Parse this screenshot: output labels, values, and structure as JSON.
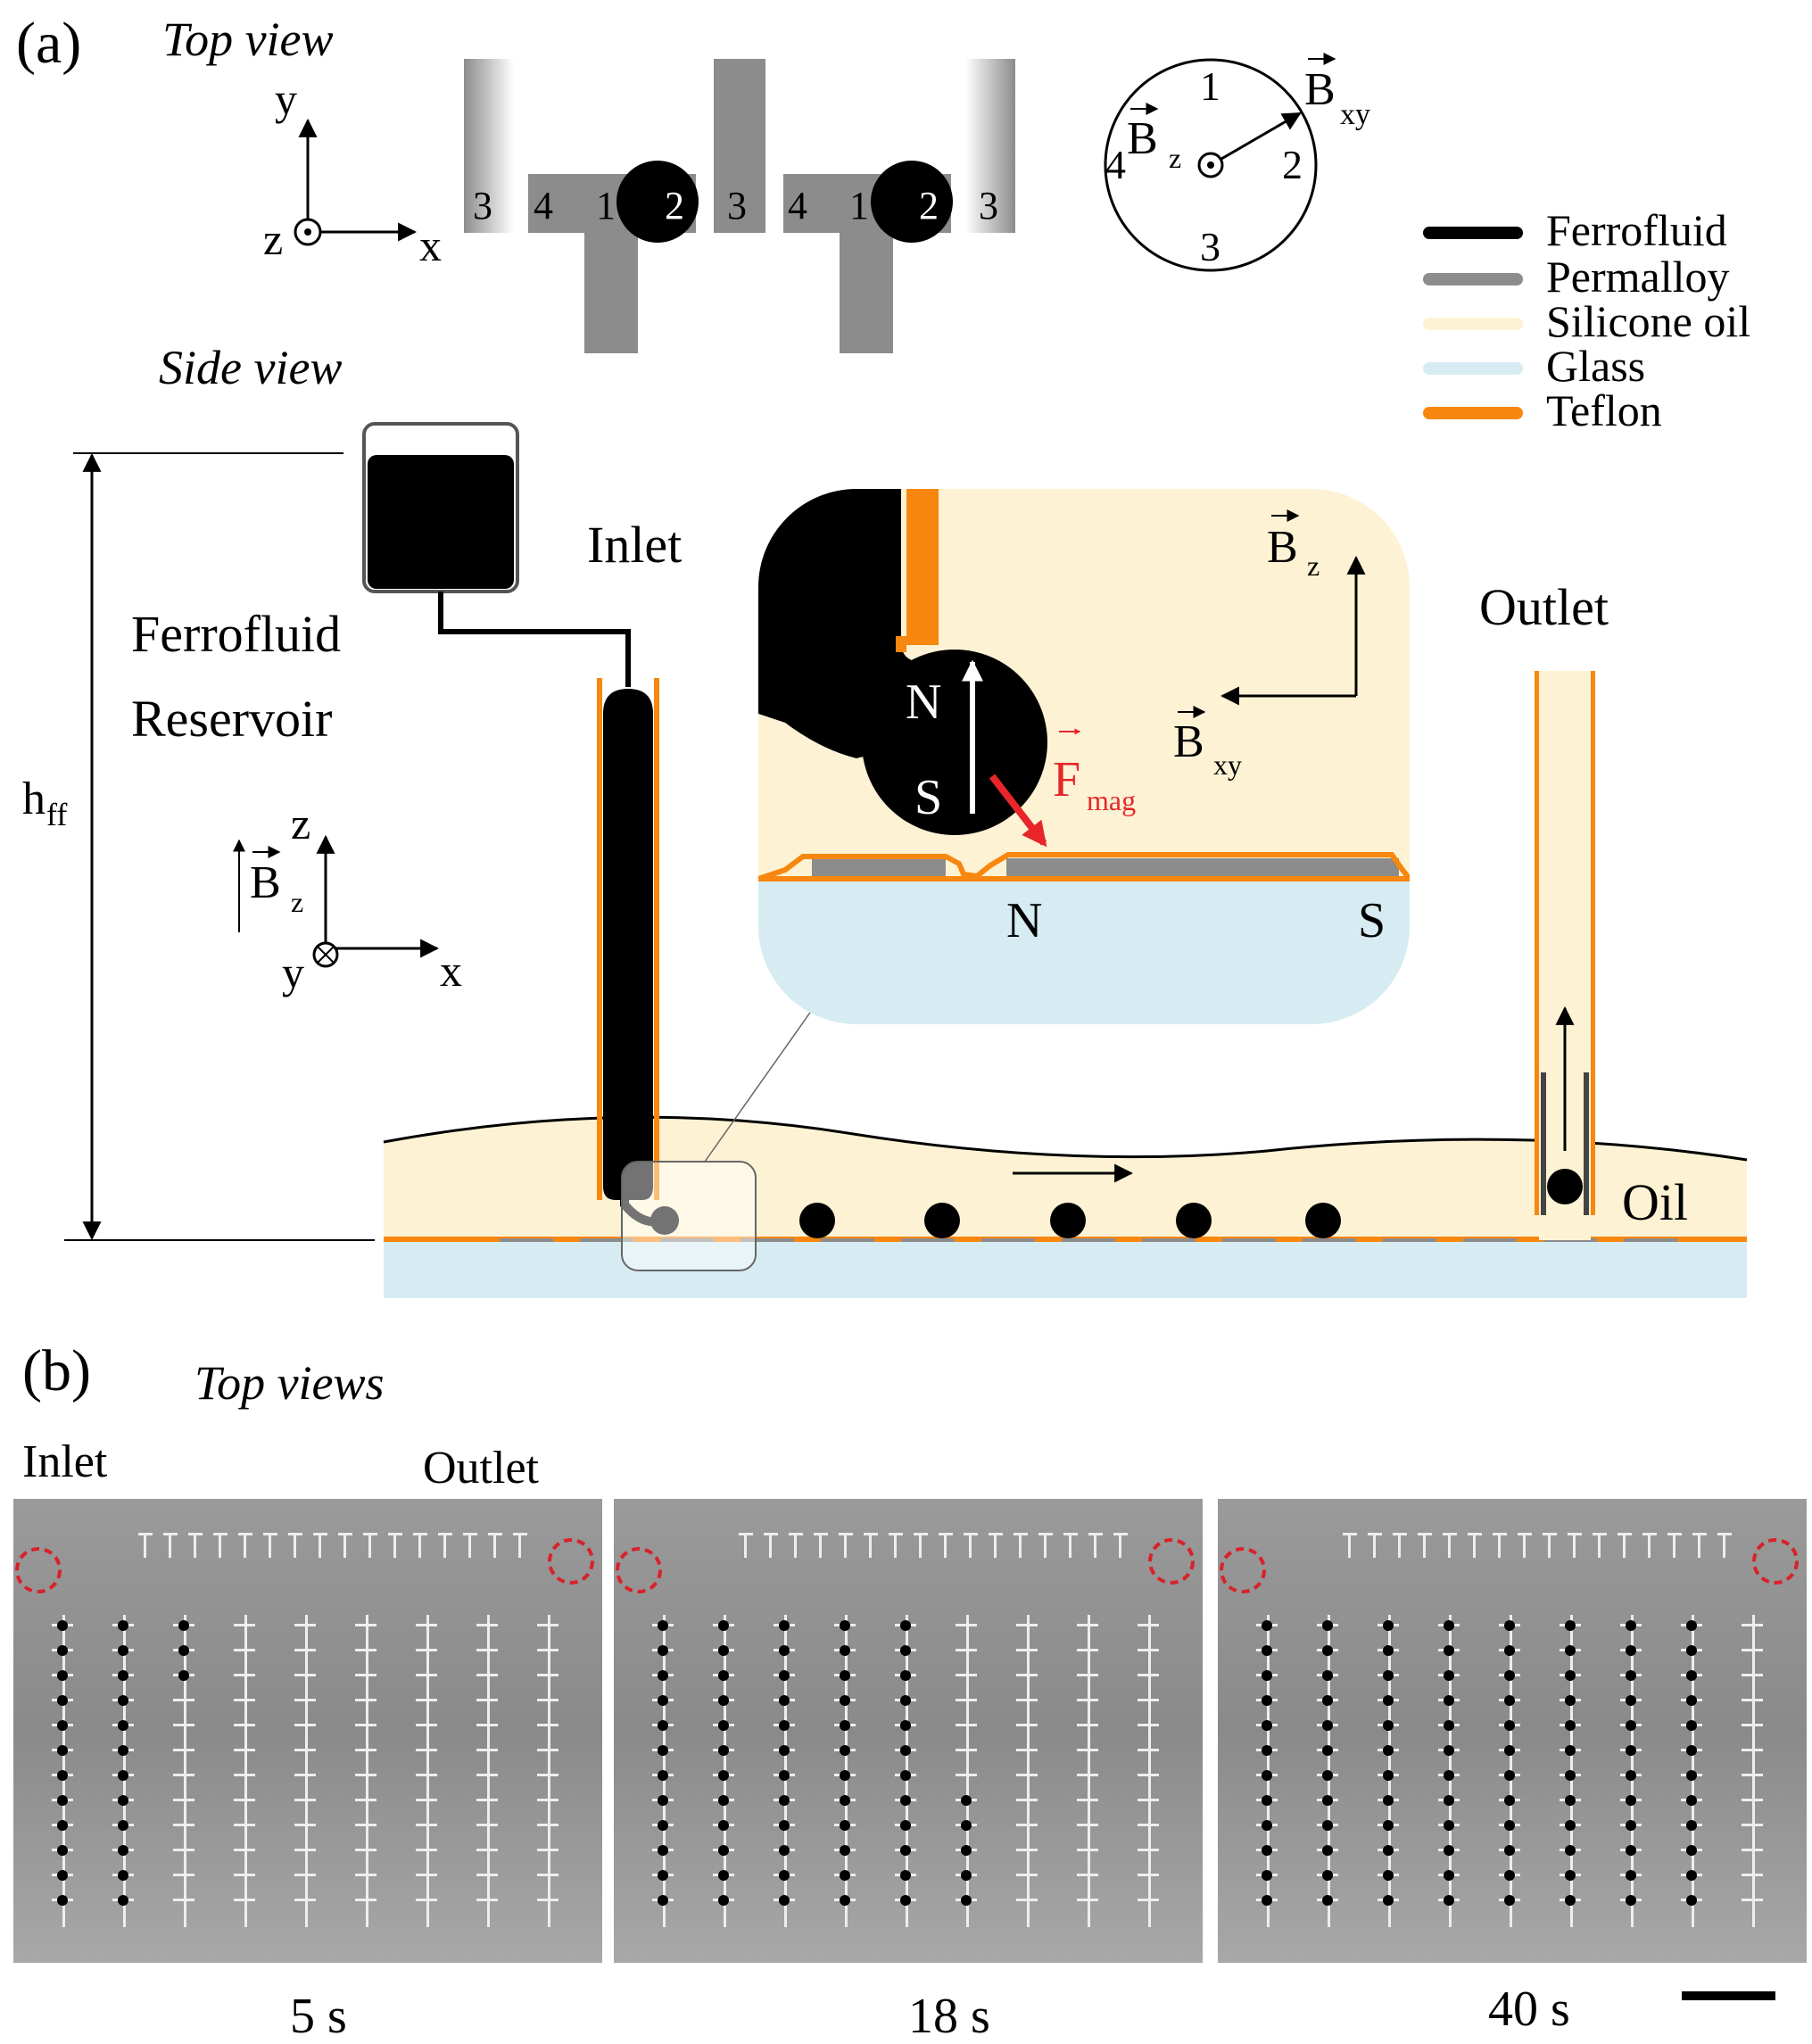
{
  "panel_a": {
    "label": "(a)",
    "top_view": {
      "title": "Top view",
      "axis_y": "y",
      "axis_z": "z",
      "axis_x": "x",
      "numbers": [
        "3",
        "4",
        "1",
        "2",
        "3",
        "4",
        "1",
        "2",
        "3"
      ]
    },
    "dial": {
      "bz": "B",
      "bz_sub": "z",
      "bxy": "B",
      "bxy_sub": "xy",
      "numbers": [
        "1",
        "2",
        "3",
        "4"
      ]
    },
    "legend": [
      {
        "label": "Ferrofluid",
        "color": "#000000"
      },
      {
        "label": "Permalloy",
        "color": "#8c8c8c"
      },
      {
        "label": "Silicone oil",
        "color": "#fdf3d4"
      },
      {
        "label": "Glass",
        "color": "#d6ecf2"
      },
      {
        "label": "Teflon",
        "color": "#f7870e"
      }
    ],
    "side_view": {
      "title": "Side view",
      "reservoir_line1": "Ferrofluid",
      "reservoir_line2": "Reservoir",
      "inlet": "Inlet",
      "outlet": "Outlet",
      "oil": "Oil",
      "h": "h",
      "h_sub": "ff",
      "axis_z": "z",
      "axis_y": "y",
      "axis_x": "x",
      "bz": "B",
      "bz_sub": "z"
    },
    "inset": {
      "n_drop": "N",
      "s_drop": "S",
      "f": "F",
      "f_sub": "mag",
      "n_bar": "N",
      "s_bar": "S",
      "bz": "B",
      "bz_sub": "z",
      "bxy": "B",
      "bxy_sub": "xy"
    }
  },
  "panel_b": {
    "label": "(b)",
    "title": "Top views",
    "inlet": "Inlet",
    "outlet": "Outlet",
    "times": [
      "5 s",
      "18 s",
      "40 s"
    ]
  },
  "colors": {
    "oil": "#fdf3d4",
    "glass": "#d6ecf2",
    "teflon": "#f7870e",
    "permalloy": "#8c8c8c",
    "force": "#e8262a",
    "circle": "#d8222a"
  }
}
